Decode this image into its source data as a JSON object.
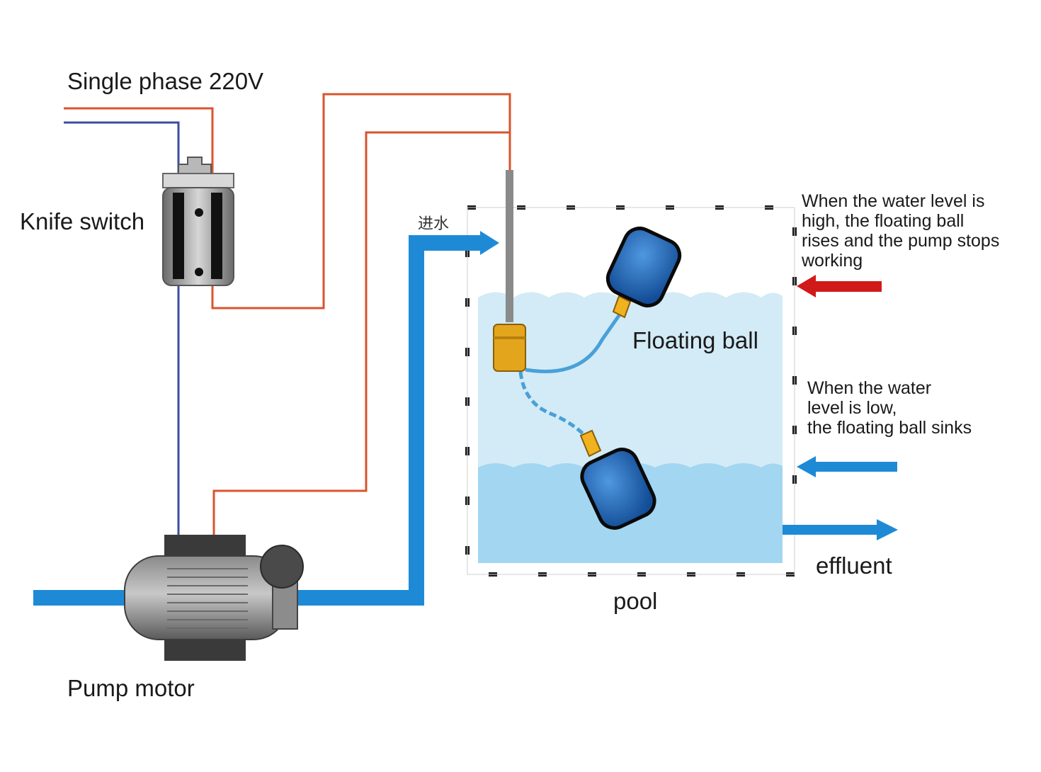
{
  "labels": {
    "power": "Single phase 220V",
    "knife_switch": "Knife switch",
    "pump_motor": "Pump motor",
    "inlet": "进水",
    "floating_ball": "Floating ball",
    "pool": "pool",
    "effluent": "effluent",
    "high_note": [
      "When the water level is",
      "high, the floating ball",
      "rises and the pump stops",
      "working"
    ],
    "low_note": [
      "When the water",
      "level is low,",
      "the floating ball sinks"
    ]
  },
  "colors": {
    "live_wire": "#d9542c",
    "neutral_wire": "#3a4ea0",
    "water_pipe": "#1e8ad6",
    "high_water": "#d2ebf6",
    "low_water": "#a3d6f0",
    "float_ball": "#1d62b8",
    "float_cap": "#f0b21e",
    "high_arrow": "#d01a1a",
    "low_arrow": "#1e8ad6"
  }
}
